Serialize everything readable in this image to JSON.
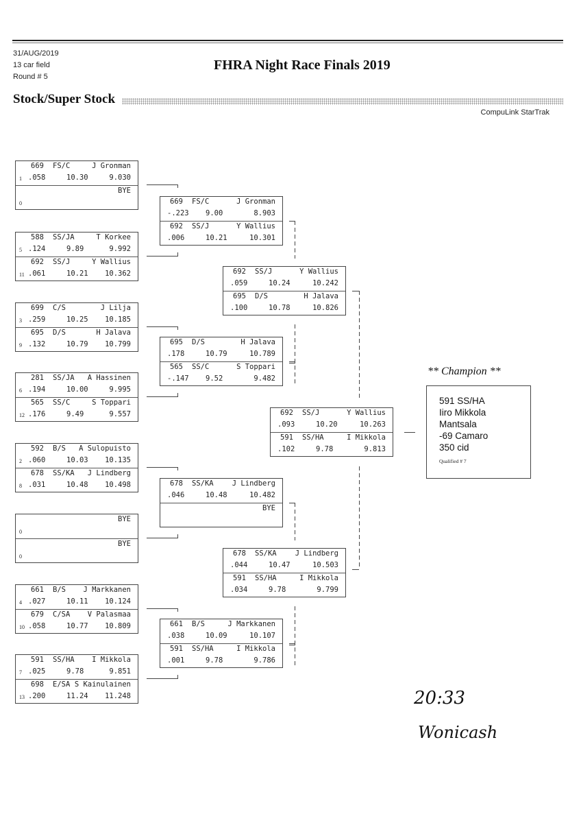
{
  "header": {
    "date": "31/AUG/2019",
    "field": "13 car field",
    "round": "Round # 5",
    "title": "FHRA Night Race Finals 2019",
    "section": "Stock/Super Stock",
    "brand": "CompuLink StarTrak"
  },
  "round1": [
    {
      "slots": [
        {
          "seed": "1",
          "car": "669",
          "class": "FS/C",
          "driver": "J Gronman",
          "rt": ".058",
          "dial": "10.30",
          "et": "9.030"
        },
        {
          "seed": "0",
          "car": "",
          "class": "",
          "driver": "BYE",
          "rt": "",
          "dial": "",
          "et": ""
        }
      ]
    },
    {
      "slots": [
        {
          "seed": "5",
          "car": "588",
          "class": "SS/JA",
          "driver": "T Korkee",
          "rt": ".124",
          "dial": "9.89",
          "et": "9.992"
        },
        {
          "seed": "11",
          "car": "692",
          "class": "SS/J",
          "driver": "Y Wallius",
          "rt": ".061",
          "dial": "10.21",
          "et": "10.362"
        }
      ]
    },
    {
      "slots": [
        {
          "seed": "3",
          "car": "699",
          "class": "C/S",
          "driver": "J Lilja",
          "rt": ".259",
          "dial": "10.25",
          "et": "10.185"
        },
        {
          "seed": "9",
          "car": "695",
          "class": "D/S",
          "driver": "H Jalava",
          "rt": ".132",
          "dial": "10.79",
          "et": "10.799"
        }
      ]
    },
    {
      "slots": [
        {
          "seed": "6",
          "car": "281",
          "class": "SS/JA",
          "driver": "A Hassinen",
          "rt": ".194",
          "dial": "10.00",
          "et": "9.995"
        },
        {
          "seed": "12",
          "car": "565",
          "class": "SS/C",
          "driver": "S Toppari",
          "rt": ".176",
          "dial": "9.49",
          "et": "9.557"
        }
      ]
    },
    {
      "slots": [
        {
          "seed": "2",
          "car": "592",
          "class": "B/S",
          "driver": "A Sulopuisto",
          "rt": ".060",
          "dial": "10.03",
          "et": "10.135"
        },
        {
          "seed": "8",
          "car": "678",
          "class": "SS/KA",
          "driver": "J Lindberg",
          "rt": ".031",
          "dial": "10.48",
          "et": "10.498"
        }
      ]
    },
    {
      "slots": [
        {
          "seed": "0",
          "car": "",
          "class": "",
          "driver": "BYE",
          "rt": "",
          "dial": "",
          "et": ""
        },
        {
          "seed": "0",
          "car": "",
          "class": "",
          "driver": "BYE",
          "rt": "",
          "dial": "",
          "et": ""
        }
      ]
    },
    {
      "slots": [
        {
          "seed": "4",
          "car": "661",
          "class": "B/S",
          "driver": "J Markkanen",
          "rt": ".027",
          "dial": "10.11",
          "et": "10.124"
        },
        {
          "seed": "10",
          "car": "679",
          "class": "C/SA",
          "driver": "V Palasmaa",
          "rt": ".058",
          "dial": "10.77",
          "et": "10.809"
        }
      ]
    },
    {
      "slots": [
        {
          "seed": "7",
          "car": "591",
          "class": "SS/HA",
          "driver": "I Mikkola",
          "rt": ".025",
          "dial": "9.78",
          "et": "9.851"
        },
        {
          "seed": "13",
          "car": "698",
          "class": "E/SA",
          "driver": "S Kainulainen",
          "rt": ".200",
          "dial": "11.24",
          "et": "11.248"
        }
      ]
    }
  ],
  "round2": [
    {
      "slots": [
        {
          "car": "669",
          "class": "FS/C",
          "driver": "J Gronman",
          "rt": "-.223",
          "dial": "9.00",
          "et": "8.903"
        },
        {
          "car": "692",
          "class": "SS/J",
          "driver": "Y Wallius",
          "rt": ".006",
          "dial": "10.21",
          "et": "10.301"
        }
      ]
    },
    {
      "slots": [
        {
          "car": "695",
          "class": "D/S",
          "driver": "H Jalava",
          "rt": ".178",
          "dial": "10.79",
          "et": "10.789"
        },
        {
          "car": "565",
          "class": "SS/C",
          "driver": "S Toppari",
          "rt": "-.147",
          "dial": "9.52",
          "et": "9.482"
        }
      ]
    },
    {
      "slots": [
        {
          "car": "678",
          "class": "SS/KA",
          "driver": "J Lindberg",
          "rt": ".046",
          "dial": "10.48",
          "et": "10.482"
        },
        {
          "car": "",
          "class": "",
          "driver": "BYE",
          "rt": "",
          "dial": "",
          "et": ""
        }
      ]
    },
    {
      "slots": [
        {
          "car": "661",
          "class": "B/S",
          "driver": "J Markkanen",
          "rt": ".038",
          "dial": "10.09",
          "et": "10.107"
        },
        {
          "car": "591",
          "class": "SS/HA",
          "driver": "I Mikkola",
          "rt": ".001",
          "dial": "9.78",
          "et": "9.786"
        }
      ]
    }
  ],
  "round3": [
    {
      "slots": [
        {
          "car": "692",
          "class": "SS/J",
          "driver": "Y Wallius",
          "rt": ".059",
          "dial": "10.24",
          "et": "10.242"
        },
        {
          "car": "695",
          "class": "D/S",
          "driver": "H Jalava",
          "rt": ".100",
          "dial": "10.78",
          "et": "10.826"
        }
      ]
    },
    {
      "slots": [
        {
          "car": "678",
          "class": "SS/KA",
          "driver": "J Lindberg",
          "rt": ".044",
          "dial": "10.47",
          "et": "10.503"
        },
        {
          "car": "591",
          "class": "SS/HA",
          "driver": "I Mikkola",
          "rt": ".034",
          "dial": "9.78",
          "et": "9.799"
        }
      ]
    }
  ],
  "final": {
    "slots": [
      {
        "car": "692",
        "class": "SS/J",
        "driver": "Y Wallius",
        "rt": ".093",
        "dial": "10.20",
        "et": "10.263"
      },
      {
        "car": "591",
        "class": "SS/HA",
        "driver": "I Mikkola",
        "rt": ".102",
        "dial": "9.78",
        "et": "9.813"
      }
    ]
  },
  "champion": {
    "title": "** Champion **",
    "lines": [
      "591  SS/HA",
      "Iiro Mikkola",
      "Mantsala",
      "-69 Camaro",
      "350 cid"
    ],
    "qualified": "Qualified # 7"
  },
  "handwriting": {
    "time": "20:33",
    "signature": "Wonicash"
  }
}
